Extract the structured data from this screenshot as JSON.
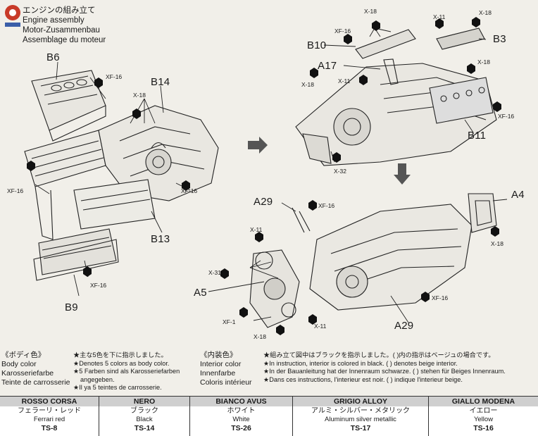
{
  "header": {
    "jp": "エンジンの組み立て",
    "en": "Engine assembly",
    "de": "Motor-Zusammenbau",
    "fr": "Assemblage du moteur"
  },
  "part_labels": {
    "B6": "B6",
    "B14": "B14",
    "B13": "B13",
    "B9": "B9",
    "B10": "B10",
    "B3": "B3",
    "A17": "A17",
    "B11": "B11",
    "A4": "A4",
    "A29_top": "A29",
    "A29_bottom": "A29",
    "A5": "A5"
  },
  "paint_labels": {
    "xf16_a": "XF-16",
    "x18_a": "X-18",
    "xf16_b": "XF-16",
    "xf16_c": "XF-16",
    "xf16_d": "XF-16",
    "x18_top": "X-18",
    "xf16_top": "XF-16",
    "x11_top": "X-11",
    "x18_topright": "X-18",
    "x18_mid": "X-18",
    "x11_mid": "X-11",
    "x18_right": "X-18",
    "xf16_right": "XF-16",
    "x32": "X-32",
    "xf16_a29": "XF-16",
    "x18_a4": "X-18",
    "x11_a5": "X-11",
    "x31": "X-31",
    "xf1": "XF-1",
    "x18_bot": "X-18",
    "x11_bot": "X-11",
    "xf16_bot": "XF-16"
  },
  "body_color": {
    "heading": "《ボディ色》",
    "lines": [
      "Body color",
      "Karosseriefarbe",
      "Teinte de carrosserie"
    ],
    "notes": [
      "★主な5色を下に指示しました。",
      "★Denotes 5 colors as body color.",
      "★5 Farben sind als Karosseriefarben",
      "angegeben.",
      "★Il ya 5 teintes de carrosserie."
    ]
  },
  "interior_color": {
    "heading": "《内装色》",
    "lines": [
      "Interior color",
      "Innenfarbe",
      "Coloris intérieur"
    ],
    "notes": [
      "★組み立て図中はブラックを指示しました。(  )内の指示はベージュの場合です。",
      "★In instruction, interior is colored in black. (  ) denotes beige interior.",
      "★In der Bauanleitung hat der Innenraum schwarze. (  ) stehen für Beiges Innenraum.",
      "★Dans ces instructions, l'interieur est noir. (  ) indique l'interieur beige."
    ]
  },
  "colors": [
    {
      "name": "ROSSO CORSA",
      "jp": "フェラーリ・レッド",
      "en": "Ferrari red",
      "code": "TS-8"
    },
    {
      "name": "NERO",
      "jp": "ブラック",
      "en": "Black",
      "code": "TS-14"
    },
    {
      "name": "BIANCO AVUS",
      "jp": "ホワイト",
      "en": "White",
      "code": "TS-26"
    },
    {
      "name": "GRIGIO ALLOY",
      "jp": "アルミ・シルバー・メタリック",
      "en": "Aluminum silver metallic",
      "code": "TS-17"
    },
    {
      "name": "GIALLO MODENA",
      "jp": "イエロー",
      "en": "Yellow",
      "code": "TS-16"
    }
  ]
}
